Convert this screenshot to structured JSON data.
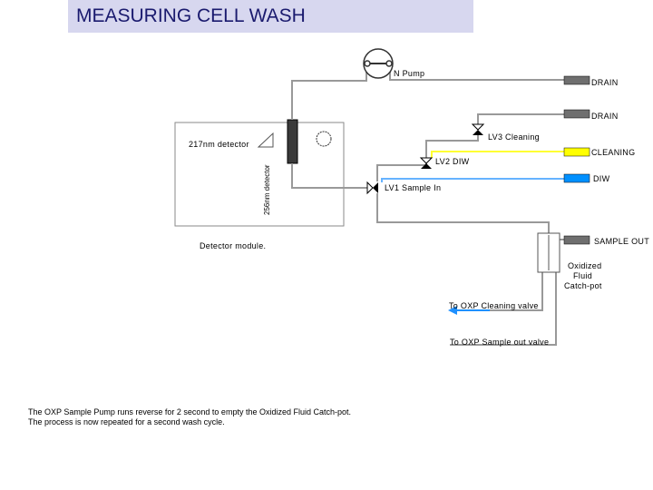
{
  "title": "MEASURING CELL WASH",
  "labels": {
    "pump": "N Pump",
    "drain_1": "DRAIN",
    "drain_2": "DRAIN",
    "cleaning": "CLEANING",
    "diw": "DIW",
    "sample_out": "SAMPLE OUT",
    "lv3": "LV3 Cleaning",
    "lv2": "LV2 DIW",
    "lv1": "LV1 Sample In",
    "detector_217": "217nm detector",
    "detector_256": "256nm detector",
    "detector_module": "Detector module.",
    "catch_pot_1": "Oxidized",
    "catch_pot_2": "Fluid",
    "catch_pot_3": "Catch-pot",
    "to_cleaning_valve": "To OXP Cleaning valve",
    "to_sample_out_valve": "To OXP Sample out valve"
  },
  "notes": {
    "line_1": "The OXP Sample Pump runs reverse for 2 second to empty the Oxidized Fluid Catch-pot.",
    "line_2": "The process is now repeated for a second wash cycle."
  },
  "colors": {
    "title_bg": "#d7d7ef",
    "title_text": "#1a1a6e",
    "drain": "#6f6f6f",
    "cleaning": "#ffff00",
    "diw": "#0090ff",
    "sample_out": "#6f6f6f",
    "flow_arrow": "#1e90ff",
    "cleaning_line": "#ffff33",
    "diw_line": "#66b3ff",
    "pipe": "#999999"
  }
}
